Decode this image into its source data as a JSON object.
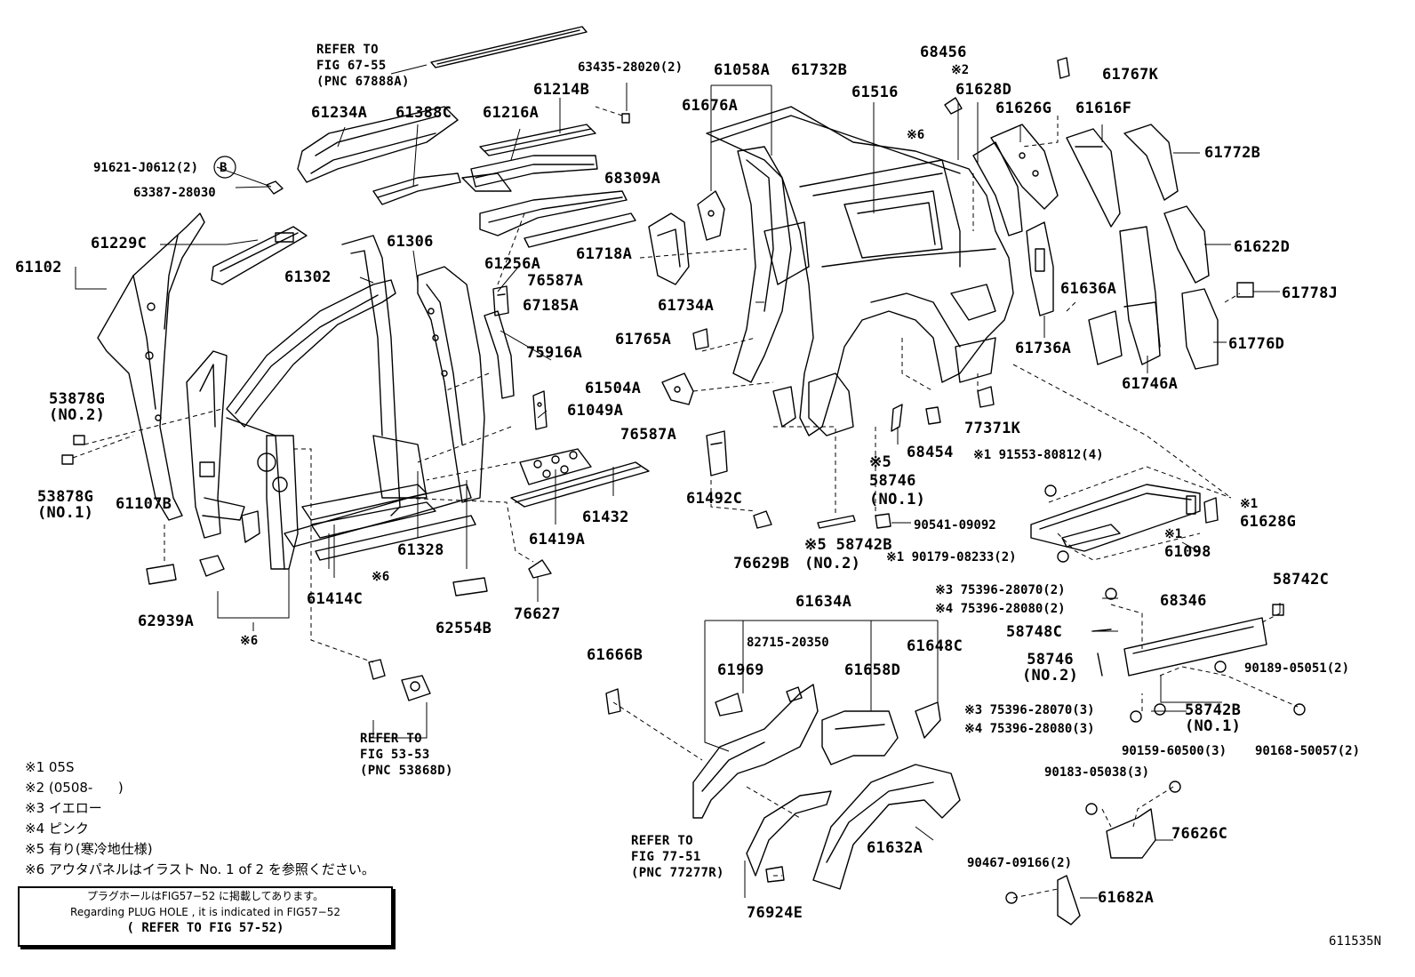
{
  "labels": [
    {
      "id": "refer-67-55",
      "text": "REFER TO\nFIG 67-55\n(PNC 67888A)"
    },
    {
      "id": "61234A",
      "text": "61234A"
    },
    {
      "id": "61388C",
      "text": "61388C"
    },
    {
      "id": "91621-J0612",
      "text": "91621-J0612(2)"
    },
    {
      "id": "circle-B",
      "text": "B"
    },
    {
      "id": "63387-28030",
      "text": "63387-28030"
    },
    {
      "id": "61229C",
      "text": "61229C"
    },
    {
      "id": "61102",
      "text": "61102"
    },
    {
      "id": "53878G-NO2",
      "text": "53878G\n(NO.2)"
    },
    {
      "id": "53878G-NO1",
      "text": "53878G\n(NO.1)"
    },
    {
      "id": "61107B",
      "text": "61107B"
    },
    {
      "id": "62939A",
      "text": "62939A"
    },
    {
      "id": "kome6-a",
      "text": "※6"
    },
    {
      "id": "61302",
      "text": "61302"
    },
    {
      "id": "61306",
      "text": "61306"
    },
    {
      "id": "61414C",
      "text": "61414C"
    },
    {
      "id": "kome6-b",
      "text": "※6"
    },
    {
      "id": "61328",
      "text": "61328"
    },
    {
      "id": "62554B",
      "text": "62554B"
    },
    {
      "id": "refer-53-53",
      "text": "REFER TO\nFIG 53-53\n(PNC 53868D)"
    },
    {
      "id": "63435-28020",
      "text": "63435-28020(2)"
    },
    {
      "id": "61214B",
      "text": "61214B"
    },
    {
      "id": "61216A",
      "text": "61216A"
    },
    {
      "id": "68309A",
      "text": "68309A"
    },
    {
      "id": "61256A",
      "text": "61256A"
    },
    {
      "id": "76587A-a",
      "text": "76587A"
    },
    {
      "id": "67185A",
      "text": "67185A"
    },
    {
      "id": "75916A",
      "text": "75916A"
    },
    {
      "id": "61049A",
      "text": "61049A"
    },
    {
      "id": "76587A-b",
      "text": "76587A"
    },
    {
      "id": "61432",
      "text": "61432"
    },
    {
      "id": "61419A",
      "text": "61419A"
    },
    {
      "id": "76627",
      "text": "76627"
    },
    {
      "id": "61058A",
      "text": "61058A"
    },
    {
      "id": "61732B",
      "text": "61732B"
    },
    {
      "id": "61676A",
      "text": "61676A"
    },
    {
      "id": "61718A",
      "text": "61718A"
    },
    {
      "id": "61734A",
      "text": "61734A"
    },
    {
      "id": "61765A",
      "text": "61765A"
    },
    {
      "id": "61504A",
      "text": "61504A"
    },
    {
      "id": "61492C",
      "text": "61492C"
    },
    {
      "id": "76629B",
      "text": "76629B"
    },
    {
      "id": "61516",
      "text": "61516"
    },
    {
      "id": "kome6-c",
      "text": "※6"
    },
    {
      "id": "68456",
      "text": "68456"
    },
    {
      "id": "kome2",
      "text": "※2"
    },
    {
      "id": "61628D",
      "text": "61628D"
    },
    {
      "id": "61767K",
      "text": "61767K"
    },
    {
      "id": "61626G",
      "text": "61626G"
    },
    {
      "id": "61616F",
      "text": "61616F"
    },
    {
      "id": "61772B",
      "text": "61772B"
    },
    {
      "id": "61622D",
      "text": "61622D"
    },
    {
      "id": "61778J",
      "text": "61778J"
    },
    {
      "id": "61636A",
      "text": "61636A"
    },
    {
      "id": "61736A",
      "text": "61736A"
    },
    {
      "id": "61776D",
      "text": "61776D"
    },
    {
      "id": "61746A",
      "text": "61746A"
    },
    {
      "id": "77371K",
      "text": "77371K"
    },
    {
      "id": "68454",
      "text": "68454"
    },
    {
      "id": "58746-NO1",
      "text": "※5\n58746\n(NO.1)"
    },
    {
      "id": "91553-80812",
      "text": "※1 91553-80812(4)"
    },
    {
      "id": "90541-09092",
      "text": "90541-09092"
    },
    {
      "id": "kome1-a",
      "text": "※1"
    },
    {
      "id": "61628G",
      "text": "61628G"
    },
    {
      "id": "kome1-b",
      "text": "※1"
    },
    {
      "id": "61098",
      "text": "61098"
    },
    {
      "id": "58742B-NO2",
      "text": "※5 58742B\n(NO.2)"
    },
    {
      "id": "90179-08233",
      "text": "※1 90179-08233(2)"
    },
    {
      "id": "75396-28070-2",
      "text": "※3 75396-28070(2)"
    },
    {
      "id": "75396-28080-2",
      "text": "※4 75396-28080(2)"
    },
    {
      "id": "68346",
      "text": "68346"
    },
    {
      "id": "58742C",
      "text": "58742C"
    },
    {
      "id": "58748C",
      "text": "58748C"
    },
    {
      "id": "58746-NO2",
      "text": "58746\n(NO.2)"
    },
    {
      "id": "90189-05051",
      "text": "90189-05051(2)"
    },
    {
      "id": "75396-28070-3",
      "text": "※3 75396-28070(3)"
    },
    {
      "id": "75396-28080-3",
      "text": "※4 75396-28080(3)"
    },
    {
      "id": "58742B-NO1",
      "text": "58742B\n(NO.1)"
    },
    {
      "id": "90159-60500",
      "text": "90159-60500(3)"
    },
    {
      "id": "90168-50057",
      "text": "90168-50057(2)"
    },
    {
      "id": "90183-05038",
      "text": "90183-05038(3)"
    },
    {
      "id": "76626C",
      "text": "76626C"
    },
    {
      "id": "90467-09166",
      "text": "90467-09166(2)"
    },
    {
      "id": "61682A",
      "text": "61682A"
    },
    {
      "id": "61634A",
      "text": "61634A"
    },
    {
      "id": "82715-20350",
      "text": "82715-20350"
    },
    {
      "id": "61969",
      "text": "61969"
    },
    {
      "id": "61658D",
      "text": "61658D"
    },
    {
      "id": "61648C",
      "text": "61648C"
    },
    {
      "id": "61666B",
      "text": "61666B"
    },
    {
      "id": "refer-77-51",
      "text": "REFER TO\nFIG 77-51\n(PNC 77277R)"
    },
    {
      "id": "76924E",
      "text": "76924E"
    },
    {
      "id": "61632A",
      "text": "61632A"
    },
    {
      "id": "fig-number",
      "text": "611535N"
    }
  ],
  "notes": [
    "※1 05S",
    "※2 (0508-      )",
    "※3 イエロー",
    "※4 ピンク",
    "※5 有り(寒冷地仕様)",
    "※6 アウタパネルはイラスト No. 1 of 2 を参照ください。"
  ],
  "plug_hole": {
    "line1": "プラグホールはFIG57−52 に掲載してあります。",
    "line2": "Regarding  PLUG HOLE , it is indicated in FIG57−52",
    "line3": "( REFER TO FIG 57-52)"
  }
}
